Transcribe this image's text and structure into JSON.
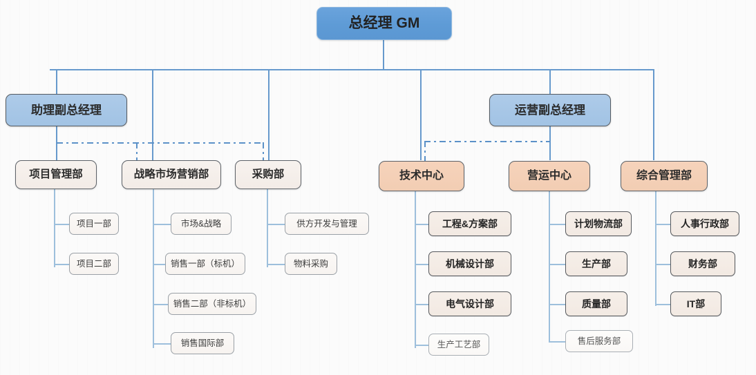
{
  "chart": {
    "type": "org-chart",
    "title": "",
    "root": {
      "label": "总经理 GM"
    },
    "vps": [
      {
        "label": "助理副总经理"
      },
      {
        "label": "运营副总经理"
      }
    ],
    "departments": [
      {
        "label": "项目管理部",
        "style": "white"
      },
      {
        "label": "战略市场营销部",
        "style": "white"
      },
      {
        "label": "采购部",
        "style": "white"
      },
      {
        "label": "技术中心",
        "style": "peach"
      },
      {
        "label": "营运中心",
        "style": "peach"
      },
      {
        "label": "综合管理部",
        "style": "peach"
      }
    ],
    "leaves": {
      "project": [
        {
          "label": "项目一部"
        },
        {
          "label": "项目二部"
        }
      ],
      "marketing": [
        {
          "label": "市场&战略"
        },
        {
          "label": "销售一部（标机）"
        },
        {
          "label": "销售二部（非标机）"
        },
        {
          "label": "销售国际部"
        }
      ],
      "purchasing": [
        {
          "label": "供方开发与管理"
        },
        {
          "label": "物料采购"
        }
      ],
      "technical": [
        {
          "label": "工程&方案部"
        },
        {
          "label": "机械设计部"
        },
        {
          "label": "电气设计部"
        },
        {
          "label": "生产工艺部"
        }
      ],
      "operations": [
        {
          "label": "计划物流部"
        },
        {
          "label": "生产部"
        },
        {
          "label": "质量部"
        },
        {
          "label": "售后服务部"
        }
      ],
      "admin": [
        {
          "label": "人事行政部"
        },
        {
          "label": "财务部"
        },
        {
          "label": "IT部"
        }
      ]
    },
    "colors": {
      "line": "#6699cc",
      "dashed_line": "#5b91c8",
      "root_fill": "#5e9bd6",
      "vp_fill": "#a6c6e6",
      "center_fill": "#f2cdb3",
      "dept_fill": "#f3ece7",
      "background": "#fbfbfb"
    }
  }
}
